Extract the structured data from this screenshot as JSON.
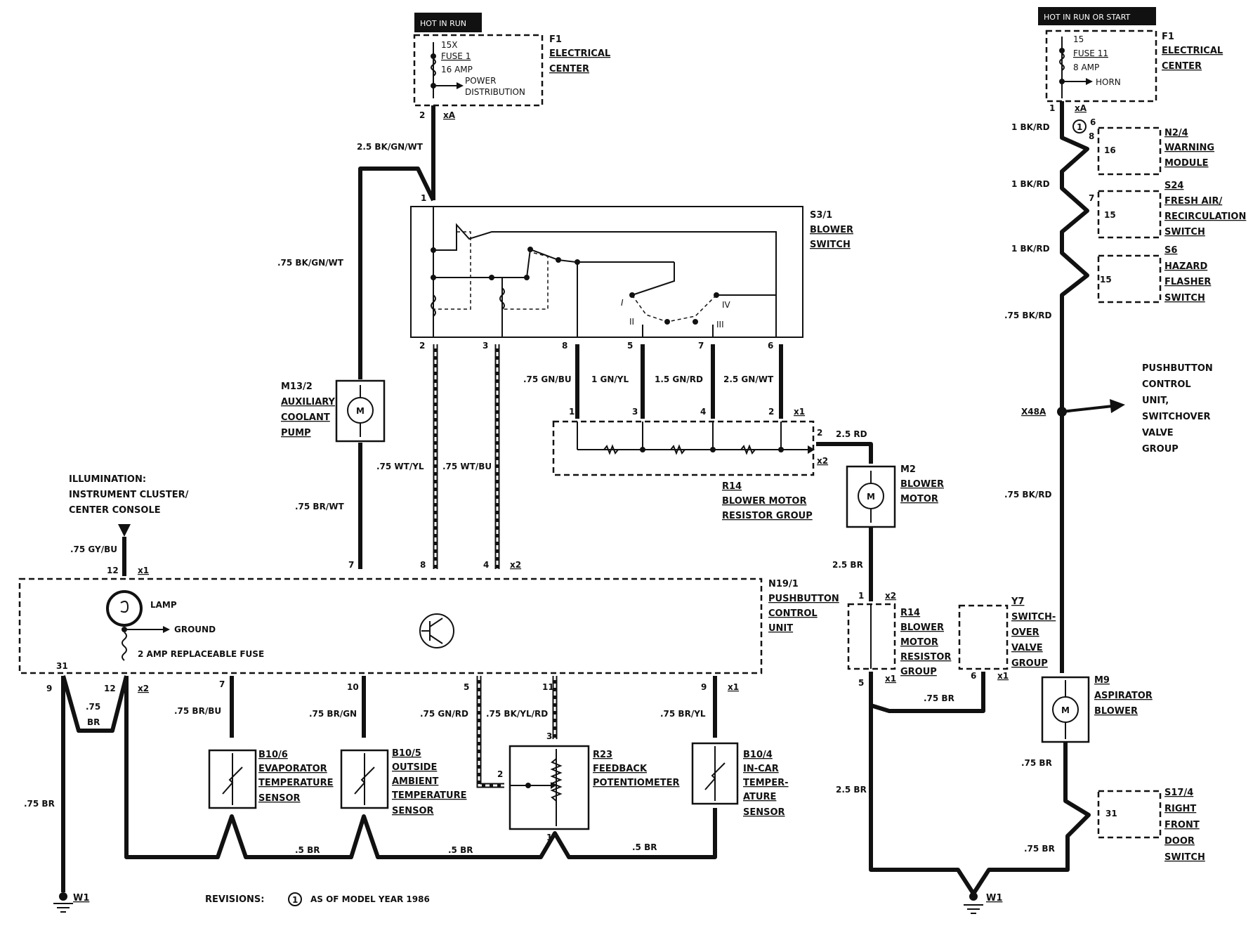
{
  "hot_labels": {
    "left": "HOT IN RUN",
    "right": "HOT IN RUN OR START"
  },
  "f1_left": {
    "pin_top": "15X",
    "fuse": "FUSE 1",
    "amp": "16 AMP",
    "dist": "POWER DISTRIBUTION",
    "id": "F1",
    "name1": "ELECTRICAL",
    "name2": "CENTER",
    "pin_out": "2",
    "conn": "xA"
  },
  "f1_right": {
    "pin_top": "15",
    "fuse": "FUSE 11",
    "amp": "8 AMP",
    "dist": "HORN",
    "id": "F1",
    "name1": "ELECTRICAL",
    "name2": "CENTER",
    "pin_out": "1",
    "conn": "xA"
  },
  "wires": {
    "w_25bkgnwt": "2.5 BK/GN/WT",
    "w_75bkgnwt": ".75 BK/GN/WT",
    "w_75brwt": ".75 BR/WT",
    "w_75wtyl": ".75 WT/YL",
    "w_75wtbu": ".75 WT/BU",
    "w_75gnbu": ".75 GN/BU",
    "w_1gnyl": "1 GN/YL",
    "w_15gnrd": "1.5 GN/RD",
    "w_25gnwt": "2.5 GN/WT",
    "w_25rd": "2.5 RD",
    "w_25br_m2": "2.5 BR",
    "w_25br_low": "2.5 BR",
    "w_75br_y7": ".75 BR",
    "w_75gybu": ".75 GY/BU",
    "w_75br_left": ".75 BR",
    "w_75br_loop": ".75",
    "w_75br_loop2": "BR",
    "w_75brbu": ".75 BR/BU",
    "w_75brgn": ".75 BR/GN",
    "w_75gnrd": ".75 GN/RD",
    "w_75bkylrd": ".75 BK/YL/RD",
    "w_75bryl": ".75 BR/YL",
    "w_5br_1": ".5 BR",
    "w_5br_2": ".5 BR",
    "w_5br_3": ".5 BR",
    "w_1bkrd_1": "1 BK/RD",
    "w_1bkrd_2": "1 BK/RD",
    "w_1bkrd_3": "1 BK/RD",
    "w_75bkrd_1": ".75 BK/RD",
    "w_75bkrd_2": ".75 BK/RD",
    "w_75br_m9": ".75 BR",
    "w_75br_s17": ".75 BR"
  },
  "s3_1": {
    "id": "S3/1",
    "name1": "BLOWER",
    "name2": "SWITCH",
    "pin_in": "1",
    "p2": "2",
    "p3": "3",
    "p8": "8",
    "p5": "5",
    "p7": "7",
    "p6": "6",
    "pos1": "I",
    "pos2": "II",
    "pos3": "III",
    "pos4": "IV"
  },
  "r14_upper": {
    "id": "R14",
    "name1": "BLOWER MOTOR",
    "name2": "RESISTOR GROUP",
    "p1": "1",
    "p3": "3",
    "p4": "4",
    "p2": "2",
    "x1": "x1",
    "out": "2",
    "x2": "x2"
  },
  "m13_2": {
    "id": "M13/2",
    "name1": "AUXILIARY",
    "name2": "COOLANT",
    "name3": "PUMP",
    "glyph": "M"
  },
  "m2": {
    "id": "M2",
    "name1": "BLOWER",
    "name2": "MOTOR",
    "glyph": "M"
  },
  "r14_lower": {
    "id": "R14",
    "name1": "BLOWER",
    "name2": "MOTOR",
    "name3": "RESISTOR",
    "name4": "GROUP",
    "p1": "1",
    "x2": "x2",
    "p5": "5",
    "x1": "x1"
  },
  "y7": {
    "id": "Y7",
    "name1": "SWITCH-",
    "name2": "OVER",
    "name3": "VALVE",
    "name4": "GROUP",
    "p6": "6",
    "x1": "x1"
  },
  "illum": {
    "line1": "ILLUMINATION:",
    "line2": "INSTRUMENT CLUSTER/",
    "line3": "CENTER CONSOLE"
  },
  "n19_1": {
    "id": "N19/1",
    "name1": "PUSHBUTTON",
    "name2": "CONTROL",
    "name3": "UNIT",
    "lamp": "LAMP",
    "ground": "GROUND",
    "fuse": "2 AMP REPLACEABLE FUSE",
    "p12": "12",
    "x1": "x1",
    "p7": "7",
    "p8": "8",
    "p4": "4",
    "x2_top": "x2",
    "p31": "31",
    "p9": "9",
    "p12b": "12",
    "x2_bot": "x2",
    "b7": "7",
    "b10": "10",
    "b5": "5",
    "b11": "11",
    "b9": "9",
    "x1_bot": "x1"
  },
  "b10_6": {
    "id": "B10/6",
    "name1": "EVAPORATOR",
    "name2": "TEMPERATURE",
    "name3": "SENSOR"
  },
  "b10_5": {
    "id": "B10/5",
    "name1": "OUTSIDE",
    "name2": "AMBIENT",
    "name3": "TEMPERATURE",
    "name4": "SENSOR"
  },
  "r23": {
    "id": "R23",
    "name1": "FEEDBACK",
    "name2": "POTENTIOMETER",
    "p3": "3",
    "p2": "2",
    "p1": "1"
  },
  "b10_4": {
    "id": "B10/4",
    "name1": "IN-CAR",
    "name2": "TEMPER-",
    "name3": "ATURE",
    "name4": "SENSOR"
  },
  "ground_left": "W1",
  "ground_right": "W1",
  "revisions": {
    "label": "REVISIONS:",
    "mark": "1",
    "text": "AS OF MODEL YEAR 1986"
  },
  "right_chain": {
    "rev_mark": "1",
    "p6": "6",
    "p8": "8",
    "p7": "7",
    "n2_4": {
      "id": "N2/4",
      "pin": "16",
      "name1": "WARNING",
      "name2": "MODULE"
    },
    "s24": {
      "id": "S24",
      "pin": "15",
      "name1": "FRESH AIR/",
      "name2": "RECIRCULATION",
      "name3": "SWITCH"
    },
    "s6": {
      "id": "S6",
      "pin": "15",
      "name1": "HAZARD",
      "name2": "FLASHER",
      "name3": "SWITCH"
    },
    "x48a": "X48A",
    "pushbutton_note": {
      "l1": "PUSHBUTTON",
      "l2": "CONTROL",
      "l3": "UNIT,",
      "l4": "SWITCHOVER",
      "l5": "VALVE",
      "l6": "GROUP"
    },
    "m9": {
      "id": "M9",
      "name1": "ASPIRATOR",
      "name2": "BLOWER",
      "glyph": "M"
    },
    "s17_4": {
      "id": "S17/4",
      "pin": "31",
      "name1": "RIGHT",
      "name2": "FRONT",
      "name3": "DOOR",
      "name4": "SWITCH"
    }
  }
}
